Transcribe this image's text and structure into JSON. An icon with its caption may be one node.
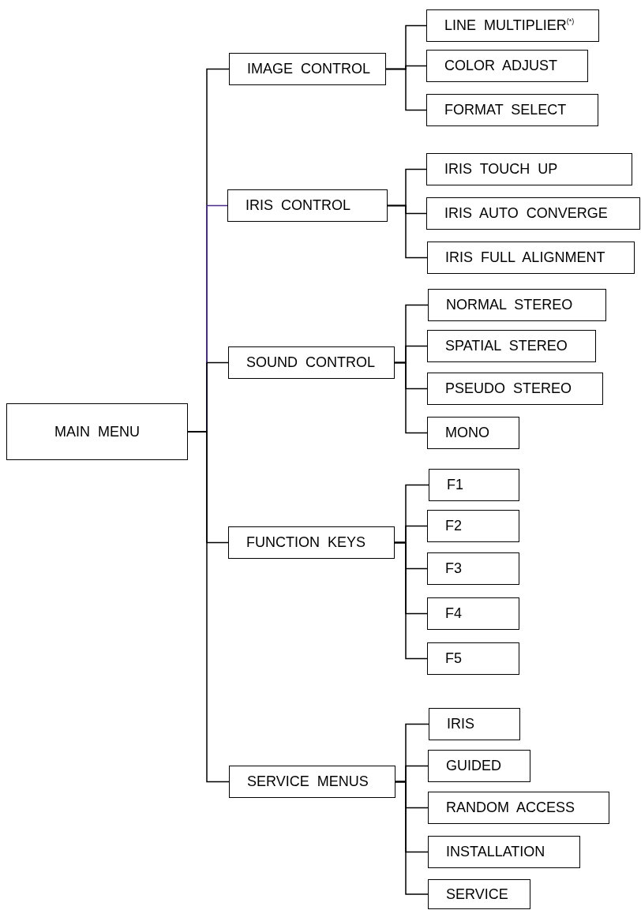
{
  "diagram": {
    "nodes": [
      {
        "text": [
          "MAIN MENU"
        ]
      },
      {
        "text": [
          "IMAGE CONTROL"
        ]
      },
      {
        "text": [
          "LINE MULTIPLIER$^{(*)}$"
        ]
      },
      {
        "text": [
          "COLOR ADJUST"
        ]
      },
      {
        "text": [
          "FORMAT SELECT"
        ]
      },
      {
        "text": [
          "IRIS CONTROL"
        ]
      },
      {
        "text": [
          "IRIS TOUCH UP"
        ]
      },
      {
        "text": [
          "IRIS AUTO CONVERGE"
        ]
      },
      {
        "text": [
          "IRIS FULL ALIGNMENT"
        ]
      },
      {
        "text": [
          "SOUND CONTROL"
        ]
      },
      {
        "text": [
          "NORMAL STEREO"
        ]
      },
      {
        "text": [
          "SPATIAL STEREO"
        ]
      },
      {
        "text": [
          "PSEUDO STEREO"
        ]
      },
      {
        "text": [
          "MONO"
        ]
      },
      {
        "text": [
          "FUNCTION KEYS"
        ]
      },
      {
        "text": [
          "F1"
        ]
      },
      {
        "text": [
          "F2"
        ]
      },
      {
        "text": [
          "F3"
        ]
      },
      {
        "text": [
          "F4"
        ]
      },
      {
        "text": [
          "F5"
        ]
      },
      {
        "text": [
          "SERVICE MENUS"
        ]
      },
      {
        "text": [
          "IRIS"
        ]
      },
      {
        "text": [
          "GUIDED"
        ]
      },
      {
        "text": [
          "RANDOM ACCESS"
        ]
      },
      {
        "text": [
          "INSTALLATION"
        ]
      },
      {
        "text": [
          "SERVICE"
        ]
      }
    ],
    "edges": [
      {
        "from": 0,
        "to": 1,
        "arrow": "none"
      },
      {
        "from": 0,
        "to": 5,
        "arrow": "none",
        "color": "#4b2c8c"
      },
      {
        "from": 0,
        "to": 9,
        "arrow": "none"
      },
      {
        "from": 0,
        "to": 14,
        "arrow": "none"
      },
      {
        "from": 0,
        "to": 20,
        "arrow": "none"
      },
      {
        "from": 1,
        "to": 2,
        "arrow": "none"
      },
      {
        "from": 1,
        "to": 3,
        "arrow": "none"
      },
      {
        "from": 1,
        "to": 4,
        "arrow": "none"
      },
      {
        "from": 5,
        "to": 6,
        "arrow": "none"
      },
      {
        "from": 5,
        "to": 7,
        "arrow": "none"
      },
      {
        "from": 5,
        "to": 8,
        "arrow": "none"
      },
      {
        "from": 9,
        "to": 10,
        "arrow": "none"
      },
      {
        "from": 9,
        "to": 11,
        "arrow": "none"
      },
      {
        "from": 9,
        "to": 12,
        "arrow": "none"
      },
      {
        "from": 9,
        "to": 13,
        "arrow": "none"
      },
      {
        "from": 14,
        "to": 15,
        "arrow": "none"
      },
      {
        "from": 14,
        "to": 16,
        "arrow": "none"
      },
      {
        "from": 14,
        "to": 17,
        "arrow": "none"
      },
      {
        "from": 14,
        "to": 18,
        "arrow": "none"
      },
      {
        "from": 14,
        "to": 19,
        "arrow": "none"
      },
      {
        "from": 20,
        "to": 21,
        "arrow": "none"
      },
      {
        "from": 20,
        "to": 22,
        "arrow": "none"
      },
      {
        "from": 20,
        "to": 23,
        "arrow": "none"
      },
      {
        "from": 20,
        "to": 24,
        "arrow": "none"
      },
      {
        "from": 20,
        "to": 25,
        "arrow": "none"
      }
    ]
  }
}
